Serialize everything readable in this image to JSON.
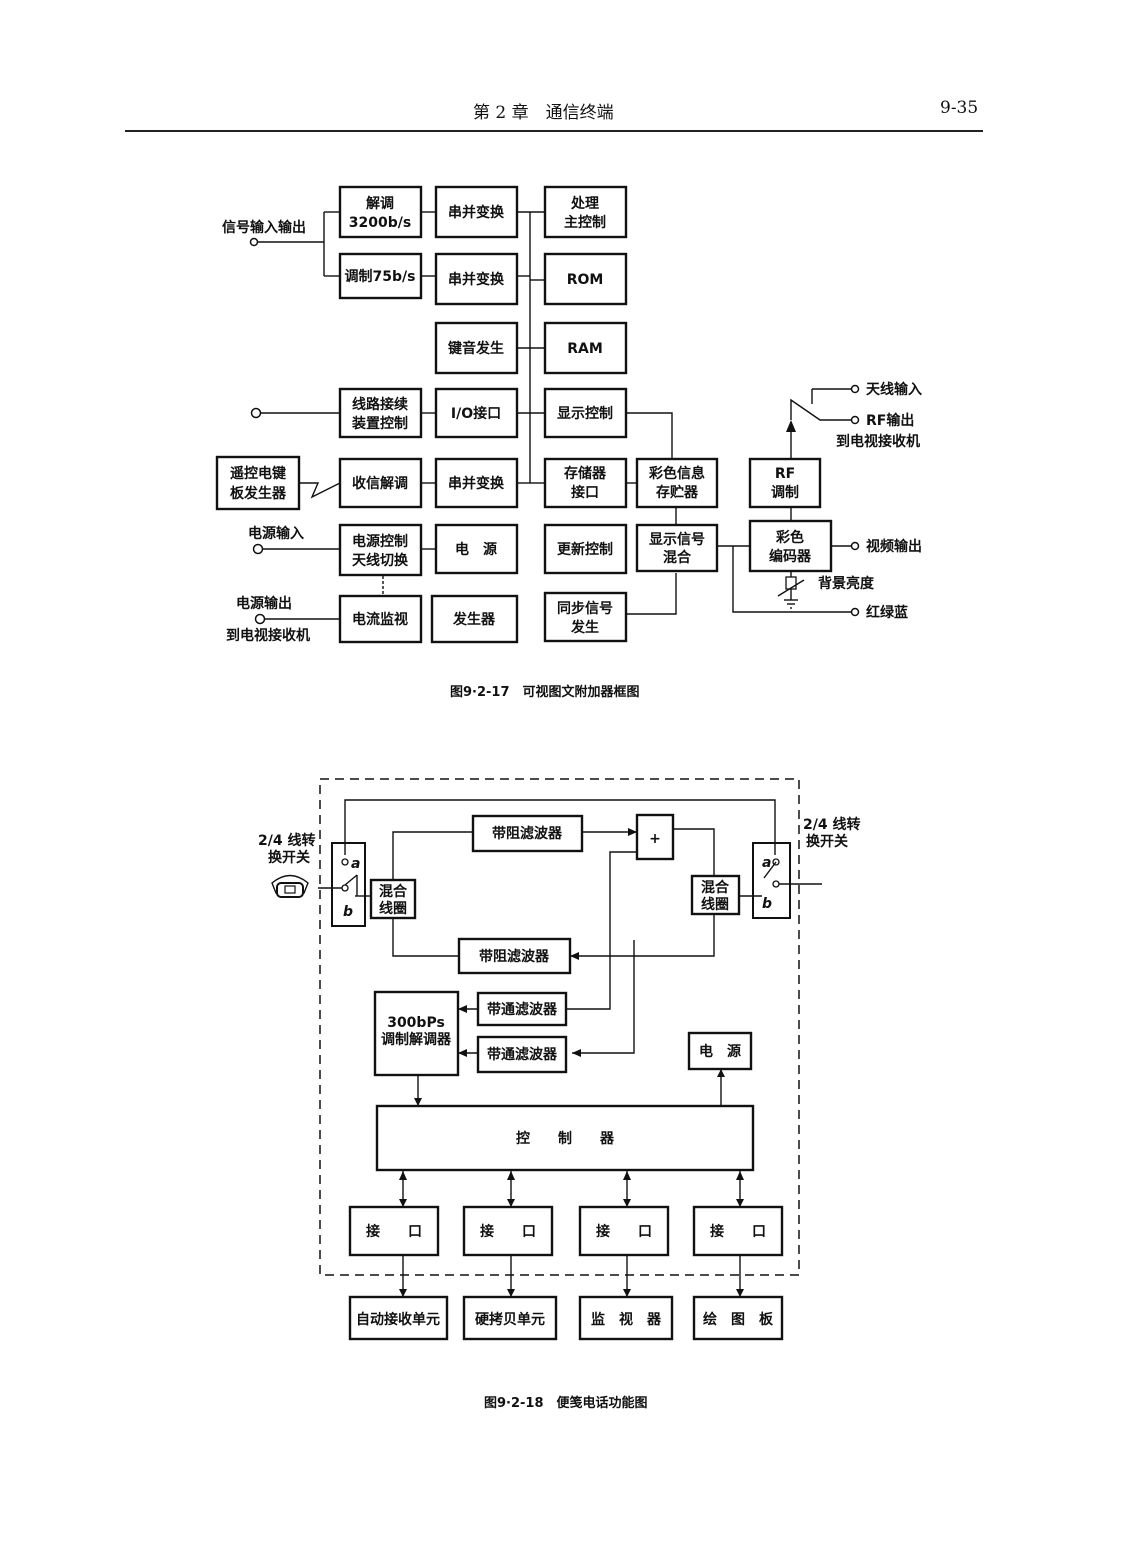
{
  "header": {
    "chapter": "第 2 章　通信终端",
    "page": "9-35"
  },
  "fig1": {
    "caption": "图9·2-17　可视图文附加器框图",
    "boxes": {
      "demod": [
        "解调",
        "3200b/s"
      ],
      "mod": [
        "调制75b/s"
      ],
      "sp1": [
        "串并变换"
      ],
      "sp2": [
        "串并变换"
      ],
      "sp3": [
        "串并变换"
      ],
      "cpu": [
        "处理",
        "主控制"
      ],
      "rom": [
        "ROM"
      ],
      "ram": [
        "RAM"
      ],
      "keytone": [
        "键音发生"
      ],
      "linectrl": [
        "线路接续",
        "装置控制"
      ],
      "io": [
        "I/O接口"
      ],
      "dispctrl": [
        "显示控制"
      ],
      "remote": [
        "遥控电键",
        "板发生器"
      ],
      "recv": [
        "收信解调"
      ],
      "memif": [
        "存储器",
        "接口"
      ],
      "colormem": [
        "彩色信息",
        "存贮器"
      ],
      "rfmod": [
        "RF",
        "调制"
      ],
      "pwrctrl": [
        "电源控制",
        "天线切换"
      ],
      "power": [
        "电　源"
      ],
      "update": [
        "更新控制"
      ],
      "dispmix": [
        "显示信号",
        "混合"
      ],
      "encoder": [
        "彩色",
        "编码器"
      ],
      "curmon": [
        "电流监视"
      ],
      "gen": [
        "发生器"
      ],
      "sync": [
        "同步信号",
        "发生"
      ]
    },
    "labels": {
      "sig_io": "信号输入输出",
      "pwr_in": "电源输入",
      "pwr_out": "电源输出",
      "to_tv": "到电视接收机",
      "antenna_in": "天线输入",
      "rf_out": "RF输出",
      "rf_to_tv": "到电视接收机",
      "video_out": "视频输出",
      "bg_brightness": "背景亮度",
      "rgb": "红绿蓝"
    }
  },
  "fig2": {
    "caption": "图9·2-18　便笺电话功能图",
    "boxes": {
      "bsf_top": [
        "带阻滤波器"
      ],
      "adder": [
        "+"
      ],
      "hybrid_l": [
        "混合",
        "线圈"
      ],
      "hybrid_r": [
        "混合",
        "线圈"
      ],
      "bsf_mid": [
        "带阻滤波器"
      ],
      "modem": [
        "300bPs",
        "调制解调器"
      ],
      "bpf1": [
        "带通滤波器"
      ],
      "bpf2": [
        "带通滤波器"
      ],
      "power": [
        "电　源"
      ],
      "controller": [
        "控　　制　　器"
      ],
      "if1": [
        "接　　口"
      ],
      "if2": [
        "接　　口"
      ],
      "if3": [
        "接　　口"
      ],
      "if4": [
        "接　　口"
      ],
      "auto_recv": [
        "自动接收单元"
      ],
      "hardcopy": [
        "硬拷贝单元"
      ],
      "monitor": [
        "监　视　器"
      ],
      "tablet": [
        "绘　图　板"
      ]
    },
    "labels": {
      "switch_l": [
        "2/4 线转",
        "换开关"
      ],
      "switch_r": [
        "2/4 线转",
        "换开关"
      ],
      "sw_a": "a",
      "sw_b": "b"
    }
  }
}
